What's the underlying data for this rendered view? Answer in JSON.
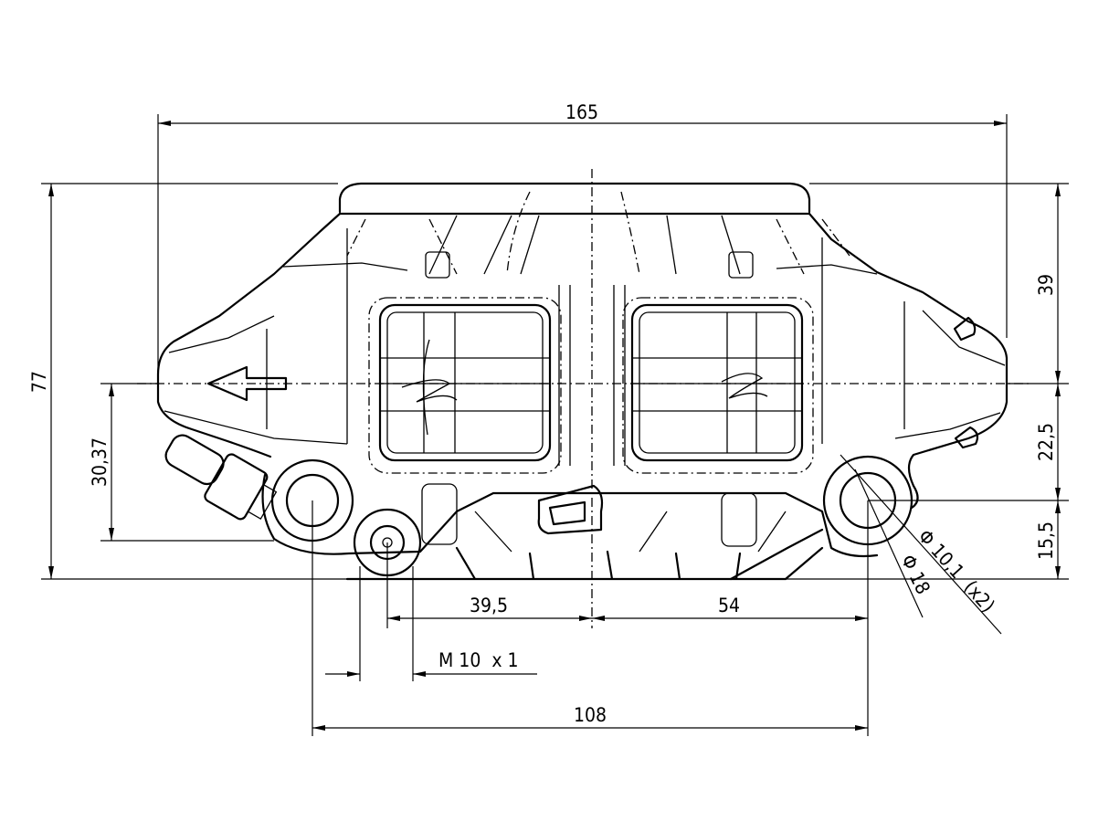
{
  "dimensions": {
    "overall_width": "165",
    "overall_height": "77",
    "upper_height": "39",
    "mid_height": "22,5",
    "lower_height": "15,5",
    "left_offset_height": "30,37",
    "left_distance": "39,5",
    "right_distance": "54",
    "mount_spacing": "108",
    "thread": "M 10  x 1",
    "bore_small": "Φ 10,1  (x2)",
    "bore_large": "Φ 18"
  },
  "colors": {
    "line": "#000000",
    "background": "#ffffff"
  }
}
